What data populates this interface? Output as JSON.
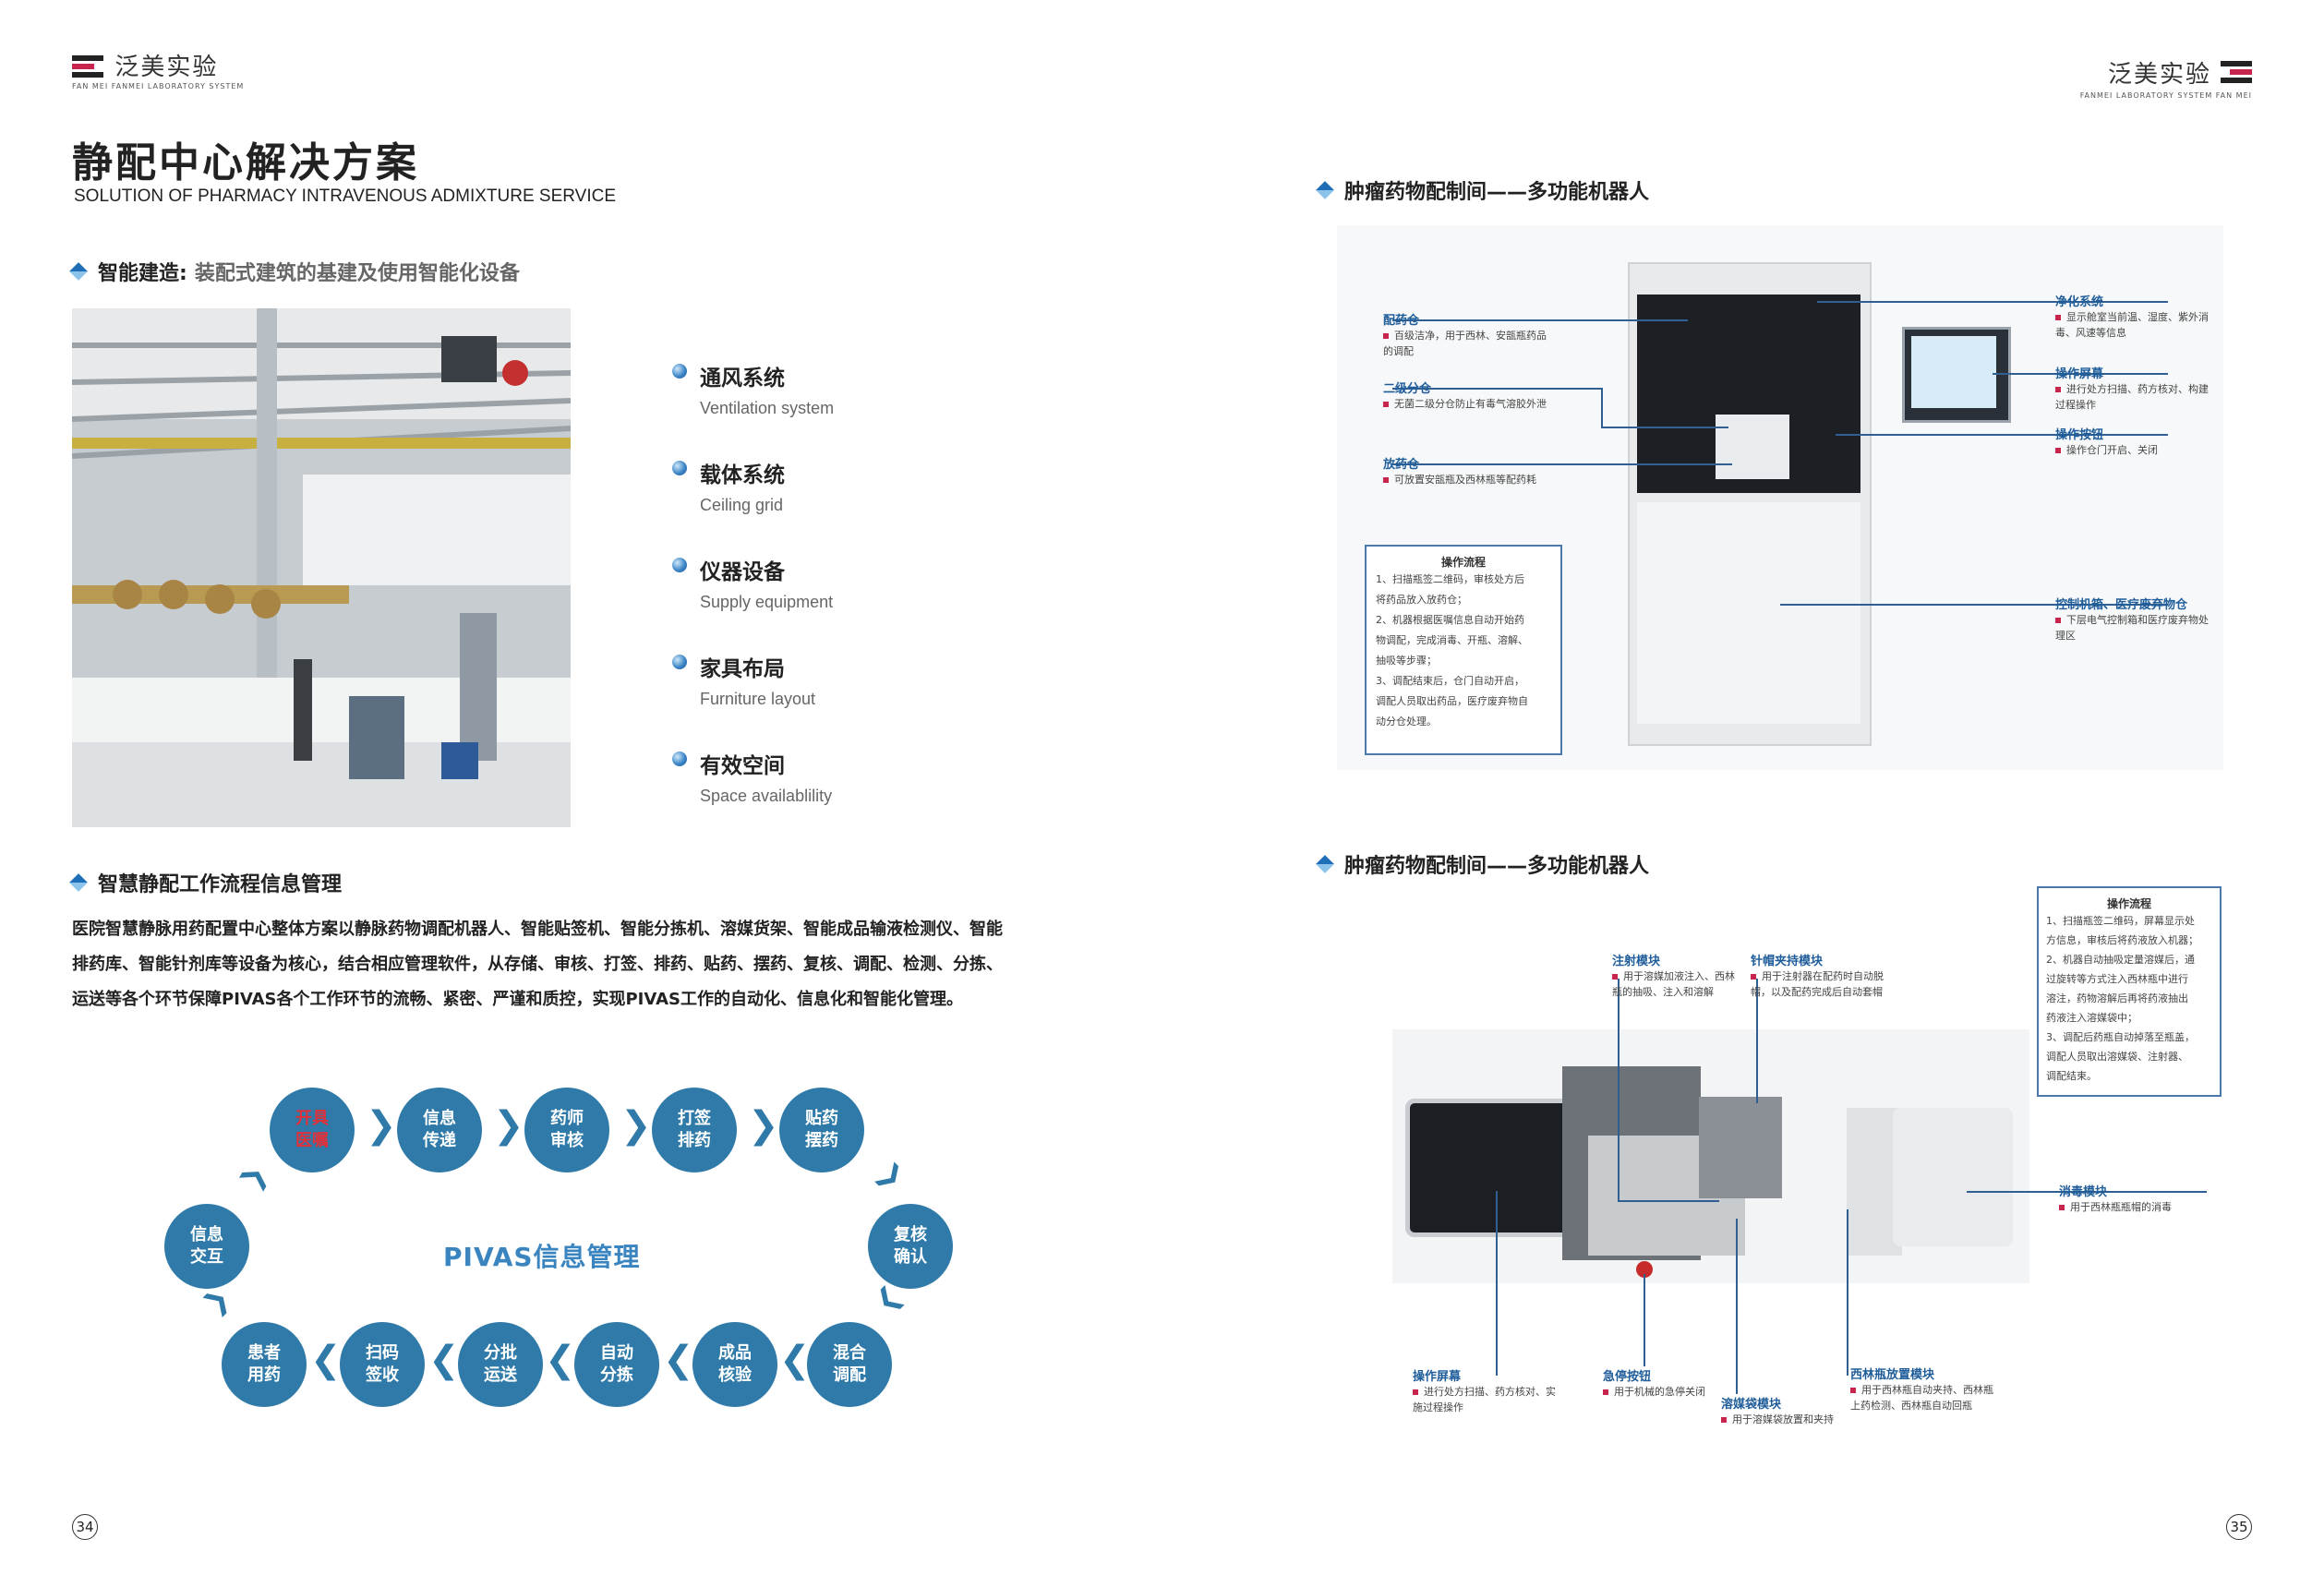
{
  "left_header": {
    "logo_text": "泛美实验",
    "logo_sub": "FAN MEI  FANMEI LABORATORY SYSTEM",
    "title": "静配中心解决方案",
    "subtitle": "SOLUTION OF PHARMACY INTRAVENOUS ADMIXTURE SERVICE"
  },
  "right_header": {
    "logo_text": "泛美实验",
    "logo_sub": "FANMEI LABORATORY SYSTEM  FAN MEI"
  },
  "section1": {
    "label": "智能建造:",
    "desc": "装配式建筑的基建及使用智能化设备"
  },
  "systems": [
    {
      "zh": "通风系统",
      "en": "Ventilation system"
    },
    {
      "zh": "载体系统",
      "en": "Ceiling grid"
    },
    {
      "zh": "仪器设备",
      "en": "Supply equipment"
    },
    {
      "zh": "家具布局",
      "en": "Furniture layout"
    },
    {
      "zh": "有效空间",
      "en": "Space availablility"
    }
  ],
  "section2": {
    "title": "智慧静配工作流程信息管理",
    "paragraph": "医院智慧静脉用药配置中心整体方案以静脉药物调配机器人、智能贴签机、智能分拣机、溶媒货架、智能成品输液检测仪、智能排药库、智能针剂库等设备为核心，结合相应管理软件，从存储、审核、打签、排药、贴药、摆药、复核、调配、检测、分拣、运送等各个环节保障PIVAS各个工作环节的流畅、紧密、严谨和质控，实现PIVAS工作的自动化、信息化和智能化管理。"
  },
  "flow": {
    "center": "PIVAS信息管理",
    "steps": [
      {
        "l1": "开具",
        "l2": "医嘱"
      },
      {
        "l1": "信息",
        "l2": "传递"
      },
      {
        "l1": "药师",
        "l2": "审核"
      },
      {
        "l1": "打签",
        "l2": "排药"
      },
      {
        "l1": "贴药",
        "l2": "摆药"
      },
      {
        "l1": "复核",
        "l2": "确认"
      },
      {
        "l1": "混合",
        "l2": "调配"
      },
      {
        "l1": "成品",
        "l2": "核验"
      },
      {
        "l1": "自动",
        "l2": "分拣"
      },
      {
        "l1": "分批",
        "l2": "运送"
      },
      {
        "l1": "扫码",
        "l2": "签收"
      },
      {
        "l1": "患者",
        "l2": "用药"
      },
      {
        "l1": "信息",
        "l2": "交互"
      }
    ]
  },
  "robot1": {
    "heading": "肿瘤药物配制间——多功能机器人",
    "callouts": {
      "peiyao_title": "配药仓",
      "peiyao_text": "百级洁净，用于西林、安瓿瓶药品的调配",
      "erji_title": "二级分仓",
      "erji_text": "无菌二级分仓防止有毒气溶胶外泄",
      "fangyao_title": "放药仓",
      "fangyao_text": "可放置安瓿瓶及西林瓶等配药耗",
      "jinghua_title": "净化系统",
      "jinghua_text": "显示舱室当前温、湿度、紫外消毒、风速等信息",
      "pingmu_title": "操作屏幕",
      "pingmu_text": "进行处方扫描、药方核对、构建过程操作",
      "anniu_title": "操作按钮",
      "anniu_text": "操作仓门开启、关闭",
      "kongzhi_title": "控制机箱、医疗废弃物仓",
      "kongzhi_text": "下层电气控制箱和医疗废弃物处理区"
    },
    "process_title": "操作流程",
    "process_lines": [
      "1、扫描瓶签二维码，审核处方后",
      "将药品放入放药仓；",
      "2、机器根据医嘱信息自动开始药",
      "物调配，完成消毒、开瓶、溶解、",
      "抽吸等步骤；",
      "3、调配结束后，仓门自动开启，",
      "调配人员取出药品，医疗废弃物自",
      "动分仓处理。"
    ]
  },
  "robot2": {
    "heading": "肿瘤药物配制间——多功能机器人",
    "process_title": "操作流程",
    "process_lines": [
      "1、扫描瓶签二维码，屏幕显示处",
      "方信息，审核后将药液放入机器；",
      "2、机器自动抽吸定量溶媒后，通",
      "过旋转等方式注入西林瓶中进行",
      "溶注，药物溶解后再将药液抽出",
      "药液注入溶媒袋中；",
      "3、调配后药瓶自动掉落至瓶盖，",
      "调配人员取出溶媒袋、注射器、",
      "调配结束。"
    ],
    "callouts": {
      "zhushe_title": "注射模块",
      "zhushe_text": "用于溶媒加液注入、西林瓶的抽吸、注入和溶解",
      "zhenmao_title": "针帽夹持模块",
      "zhenmao_text": "用于注射器在配药时自动脱帽，以及配药完成后自动套帽",
      "xiaodu_title": "消毒模块",
      "xiaodu_text": "用于西林瓶瓶帽的消毒",
      "pingmu_title": "操作屏幕",
      "pingmu_text": "进行处方扫描、药方核对、实施过程操作",
      "jiting_title": "急停按钮",
      "jiting_text": "用于机械的急停关闭",
      "rongmei_title": "溶媒袋模块",
      "rongmei_text": "用于溶媒袋放置和夹持",
      "xilin_title": "西林瓶放置模块",
      "xilin_text": "用于西林瓶自动夹持、西林瓶上药检测、西林瓶自动回瓶"
    }
  },
  "page_numbers": {
    "left": "34",
    "right": "35"
  }
}
